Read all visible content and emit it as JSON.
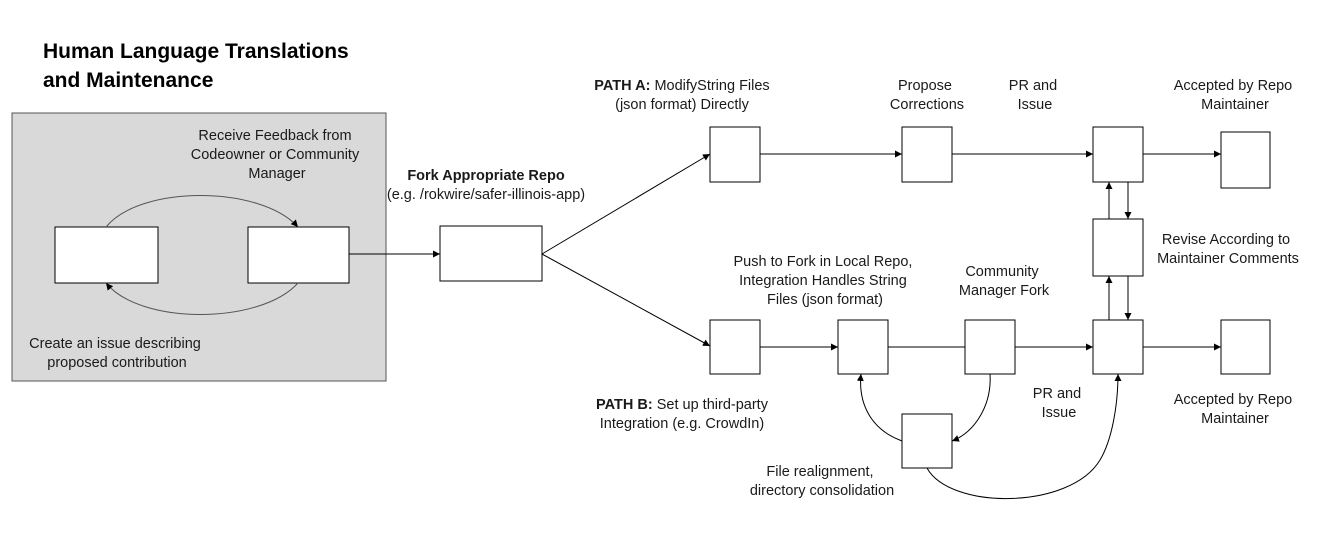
{
  "title": {
    "line1": "Human Language Translations",
    "line2": "and Maintenance"
  },
  "contribution_loop": {
    "feedback": [
      "Receive Feedback from",
      "Codeowner or Community",
      "Manager"
    ],
    "issue": [
      "Create an issue describing",
      "proposed contribution"
    ]
  },
  "fork": {
    "heading": "Fork Appropriate Repo",
    "example": "(e.g. /rokwire/safer-illinois-app)"
  },
  "path_a": {
    "prefix": "PATH A:",
    "line1_rest": " ModifyString Files",
    "line2": "(json format) Directly",
    "propose": [
      "Propose",
      "Corrections"
    ],
    "pr": [
      "PR and",
      "Issue"
    ],
    "accepted": [
      "Accepted by Repo",
      "Maintainer"
    ]
  },
  "revise": [
    "Revise According to",
    "Maintainer Comments"
  ],
  "path_b": {
    "prefix": "PATH B:",
    "line1_rest": " Set up third-party",
    "line2": "Integration (e.g. CrowdIn)",
    "push": [
      "Push to Fork in Local Repo,",
      "Integration Handles String",
      "Files (json format)"
    ],
    "community": [
      "Community",
      "Manager Fork"
    ],
    "pr": [
      "PR and",
      "Issue"
    ],
    "accepted": [
      "Accepted by Repo",
      "Maintainer"
    ],
    "realign": [
      "File realignment,",
      "directory consolidation"
    ]
  }
}
